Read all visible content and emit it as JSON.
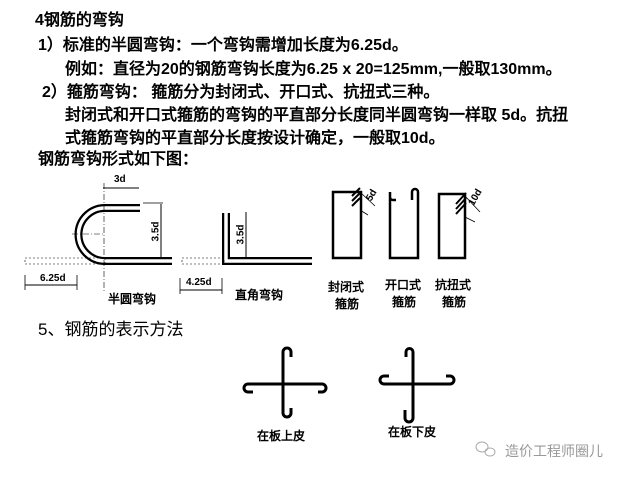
{
  "heading": "4钢筋的弯钩",
  "lines": [
    "1）标准的半圆弯钩：一个弯钩需增加长度为6.25d。",
    "例如：直径为20的钢筋弯钩长度为6.25 x 20=125mm,一般取130mm。",
    "2）箍筋弯钩： 箍筋分为封闭式、开口式、抗扭式三种。",
    "封闭式和开口式箍筋的弯钩的平直部分长度同半圆弯钩一样取 5d。抗扭",
    "式箍筋弯钩的平直部分长度按设计确定，一般取10d。",
    "钢筋弯钩形式如下图："
  ],
  "figure1": {
    "semicircle": {
      "dim_top": "3d",
      "dim_side": "3.5d",
      "dim_bottom": "6.25d",
      "label": "半圆弯钩"
    },
    "right_angle": {
      "dim_side": "3.5d",
      "dim_bottom": "4.25d",
      "label": "直角弯钩"
    },
    "stirrups": [
      {
        "label1": "封闭式",
        "label2": "箍筋",
        "dim": "5d"
      },
      {
        "label1": "开口式",
        "label2": "箍筋"
      },
      {
        "label1": "抗扭式",
        "label2": "箍筋",
        "dim": "10d"
      }
    ]
  },
  "section5": "5、钢筋的表示方法",
  "figure2": {
    "top_label": "在板上皮",
    "bottom_label": "在板下皮"
  },
  "watermark": "造价工程师圈儿"
}
